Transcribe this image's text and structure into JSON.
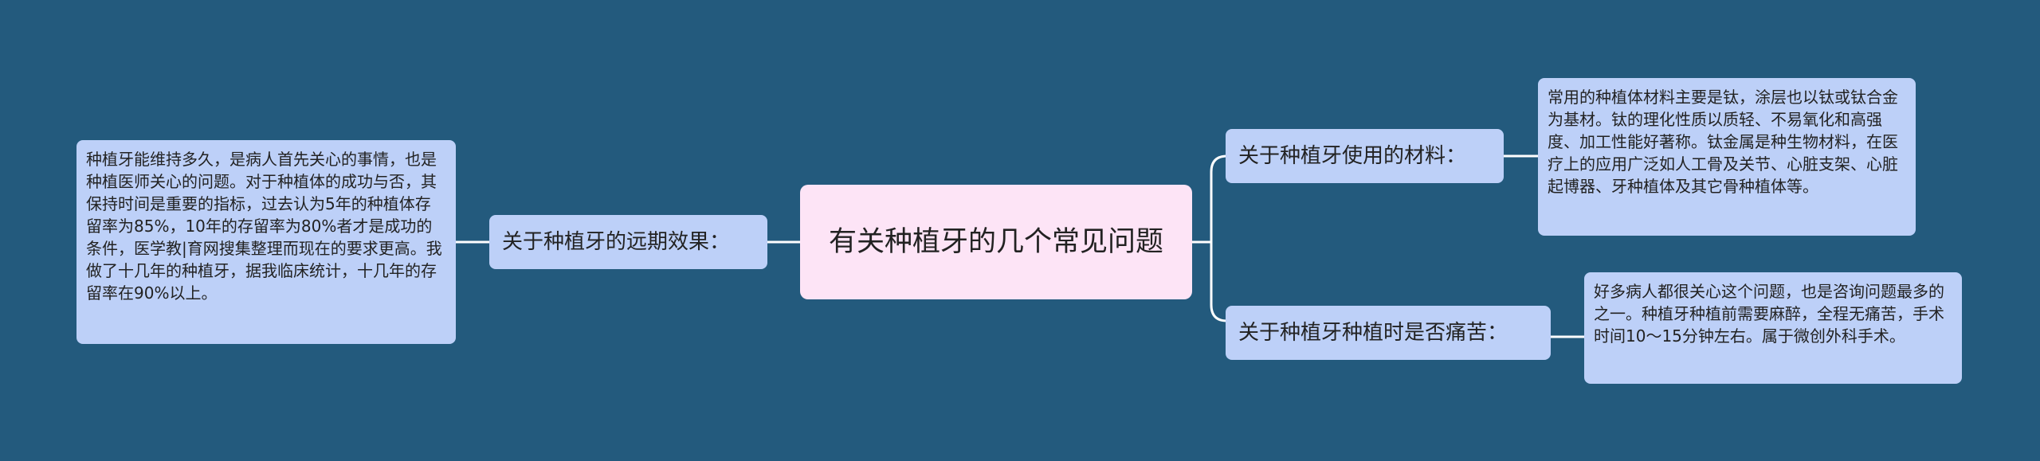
{
  "mindmap": {
    "center": {
      "label": "有关种植牙的几个常见问题"
    },
    "branches": [
      {
        "label": "关于种植牙的远期效果：",
        "detail": "种植牙能维持多久，是病人首先关心的事情，也是种植医师关心的问题。对于种植体的成功与否，其保持时间是重要的指标，过去认为5年的种植体存留率为85%，10年的存留率为80%者才是成功的条件，医学教|育网搜集整理而现在的要求更高。我做了十几年的种植牙，据我临床统计，十几年的存留率在90%以上。"
      },
      {
        "label": "关于种植牙使用的材料：",
        "detail": "常用的种植体材料主要是钛，涂层也以钛或钛合金为基材。钛的理化性质以质轻、不易氧化和高强度、加工性能好著称。钛金属是种生物材料，在医疗上的应用广泛如人工骨及关节、心脏支架、心脏起博器、牙种植体及其它骨种植体等。"
      },
      {
        "label": "关于种植牙种植时是否痛苦：",
        "detail": "好多病人都很关心这个问题，也是咨询问题最多的之一。种植牙种植前需要麻醉，全程无痛苦，手术时间10～15分钟左右。属于微创外科手术。"
      }
    ]
  },
  "colors": {
    "background": "#235a7d",
    "center_fill": "#fde4f6",
    "node_fill": "#bdd0f8",
    "connector": "#ffffff"
  }
}
